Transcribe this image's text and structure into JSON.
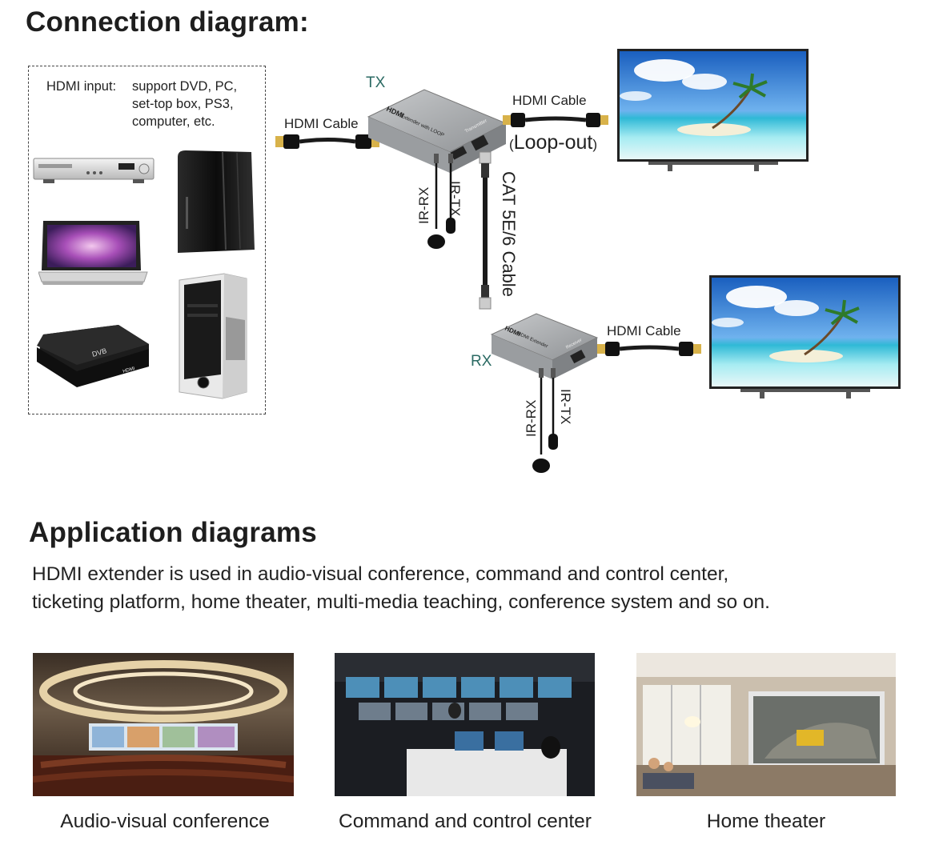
{
  "connection": {
    "title": "Connection diagram:",
    "input_label": "HDMI input:",
    "input_desc": [
      "support DVD, PC,",
      "set-top box, PS3,",
      "computer, etc."
    ],
    "tx_label": "TX",
    "rx_label": "RX",
    "hdmi_cable_in": "HDMI Cable",
    "hdmi_cable_loop": "HDMI Cable",
    "hdmi_cable_rx": "HDMI Cable",
    "loop_out": "Loop-out",
    "cat_cable": "CAT 5E/6 Cable",
    "ir_rx_tx": "IR-RX",
    "ir_tx_tx": "IR-TX",
    "ir_rx_rx": "IR-RX",
    "ir_tx_rx": "IR-TX",
    "tx_device_brand": "HDMI",
    "tx_device_text": "Extender with LOOP",
    "tx_device_side": "Transmitter",
    "rx_device_brand": "HDMI",
    "rx_device_text": "HDMI Extender",
    "rx_device_side": "Receiver",
    "stb_brand": "DVB",
    "stb_badge": "HDMI"
  },
  "application": {
    "title": "Application diagrams",
    "desc_line1": "HDMI extender is used in audio-visual conference, command and control center,",
    "desc_line2": "ticketing platform, home theater, multi-media teaching, conference system and so on.",
    "photos": [
      {
        "caption": "Audio-visual conference"
      },
      {
        "caption": "Command and control center"
      },
      {
        "caption": "Home theater"
      }
    ]
  },
  "colors": {
    "device_gray": "#a7aaad",
    "cable_black": "#1a1a1a",
    "connector_gold": "#d8b24a",
    "sky_blue": "#2d7fd0",
    "sea_cyan": "#5fd0e0"
  }
}
